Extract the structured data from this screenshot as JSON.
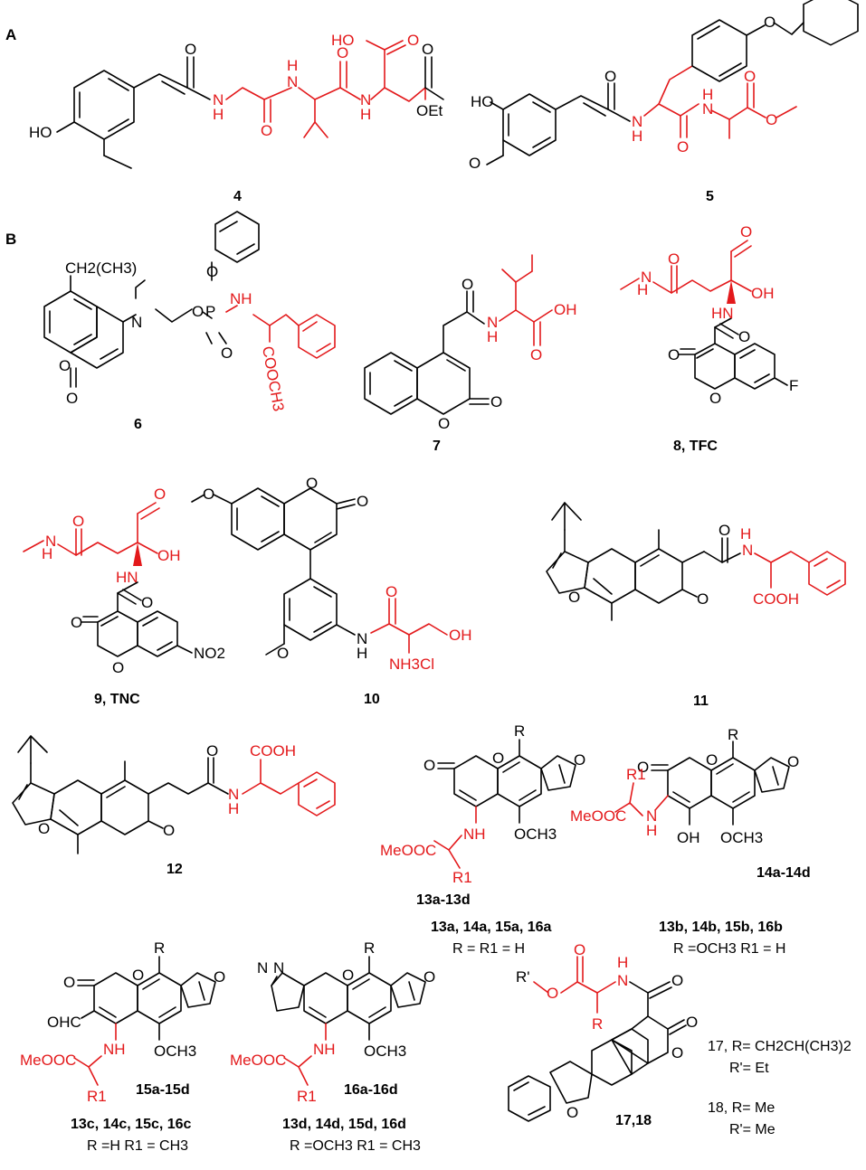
{
  "colors": {
    "highlight": "#e3191b",
    "ink": "#000000",
    "background": "#ffffff"
  },
  "panels": {
    "a": "A",
    "b": "B"
  },
  "atoms": {
    "ho": "HO",
    "o": "O",
    "h": "H",
    "n": "N",
    "nh": "NH",
    "hn": "HN",
    "oh": "OH",
    "cooh": "COOH",
    "oet": "OEt",
    "p": "P",
    "cooch3": "COOCH3",
    "ch2ch3": "CH2(CH3)",
    "nh3cl": "NH3Cl",
    "no2": "NO2",
    "f": "F",
    "r": "R",
    "r1": "R1",
    "rp": "R'",
    "meooc": "MeOOC",
    "ohc": "OHC",
    "och3": "OCH3"
  },
  "compounds": {
    "c4": "4",
    "c5": "5",
    "c6": "6",
    "c7": "7",
    "c8": "8, TFC",
    "c9": "9, TNC",
    "c10": "10",
    "c11": "11",
    "c12": "12",
    "c13": "13a-13d",
    "c14": "14a-14d",
    "c15": "15a-15d",
    "c16": "16a-16d",
    "c1718": "17,18"
  },
  "legend": {
    "a_title": "13a, 14a, 15a, 16a",
    "a_def": "R = R1 = H",
    "b_title": "13b, 14b, 15b, 16b",
    "b_def": "R =OCH3 R1 = H",
    "c_title": "13c, 14c, 15c, 16c",
    "c_def": "R =H  R1 = CH3",
    "d_title": "13d, 14d, 15d, 16d",
    "d_def": "R =OCH3 R1 = CH3",
    "c17_r": "17, R= CH2CH(CH3)2",
    "c17_rp": "R'= Et",
    "c18_r": "18, R= Me",
    "c18_rp": "R'= Me"
  }
}
